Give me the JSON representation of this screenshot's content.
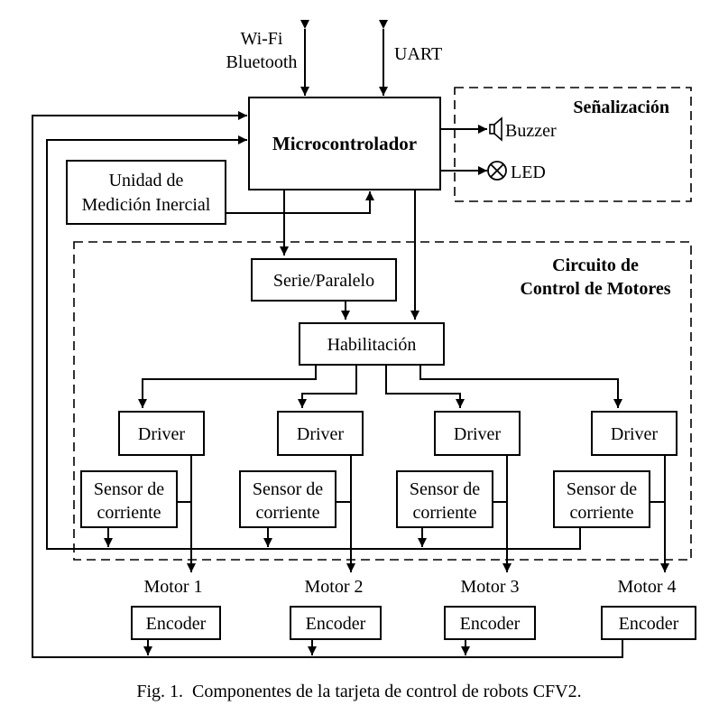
{
  "external": {
    "wifi_line1": "Wi-Fi",
    "wifi_line2": "Bluetooth",
    "uart": "UART"
  },
  "microcontroller": "Microcontrolador",
  "imu": {
    "line1": "Unidad de",
    "line2": "Medición Inercial"
  },
  "signaling": {
    "title": "Señalización",
    "buzzer": "Buzzer",
    "led": "LED"
  },
  "motor_control": {
    "title_line1": "Circuito de",
    "title_line2": "Control de Motores"
  },
  "serial_parallel": "Serie/Paralelo",
  "enable": "Habilitación",
  "channels": [
    {
      "driver": "Driver",
      "sensor_line1": "Sensor de",
      "sensor_line2": "corriente",
      "motor": "Motor 1",
      "encoder": "Encoder"
    },
    {
      "driver": "Driver",
      "sensor_line1": "Sensor de",
      "sensor_line2": "corriente",
      "motor": "Motor 2",
      "encoder": "Encoder"
    },
    {
      "driver": "Driver",
      "sensor_line1": "Sensor de",
      "sensor_line2": "corriente",
      "motor": "Motor 3",
      "encoder": "Encoder"
    },
    {
      "driver": "Driver",
      "sensor_line1": "Sensor de",
      "sensor_line2": "corriente",
      "motor": "Motor 4",
      "encoder": "Encoder"
    }
  ],
  "caption": "Fig. 1.  Componentes de la tarjeta de control de robots CFV2."
}
